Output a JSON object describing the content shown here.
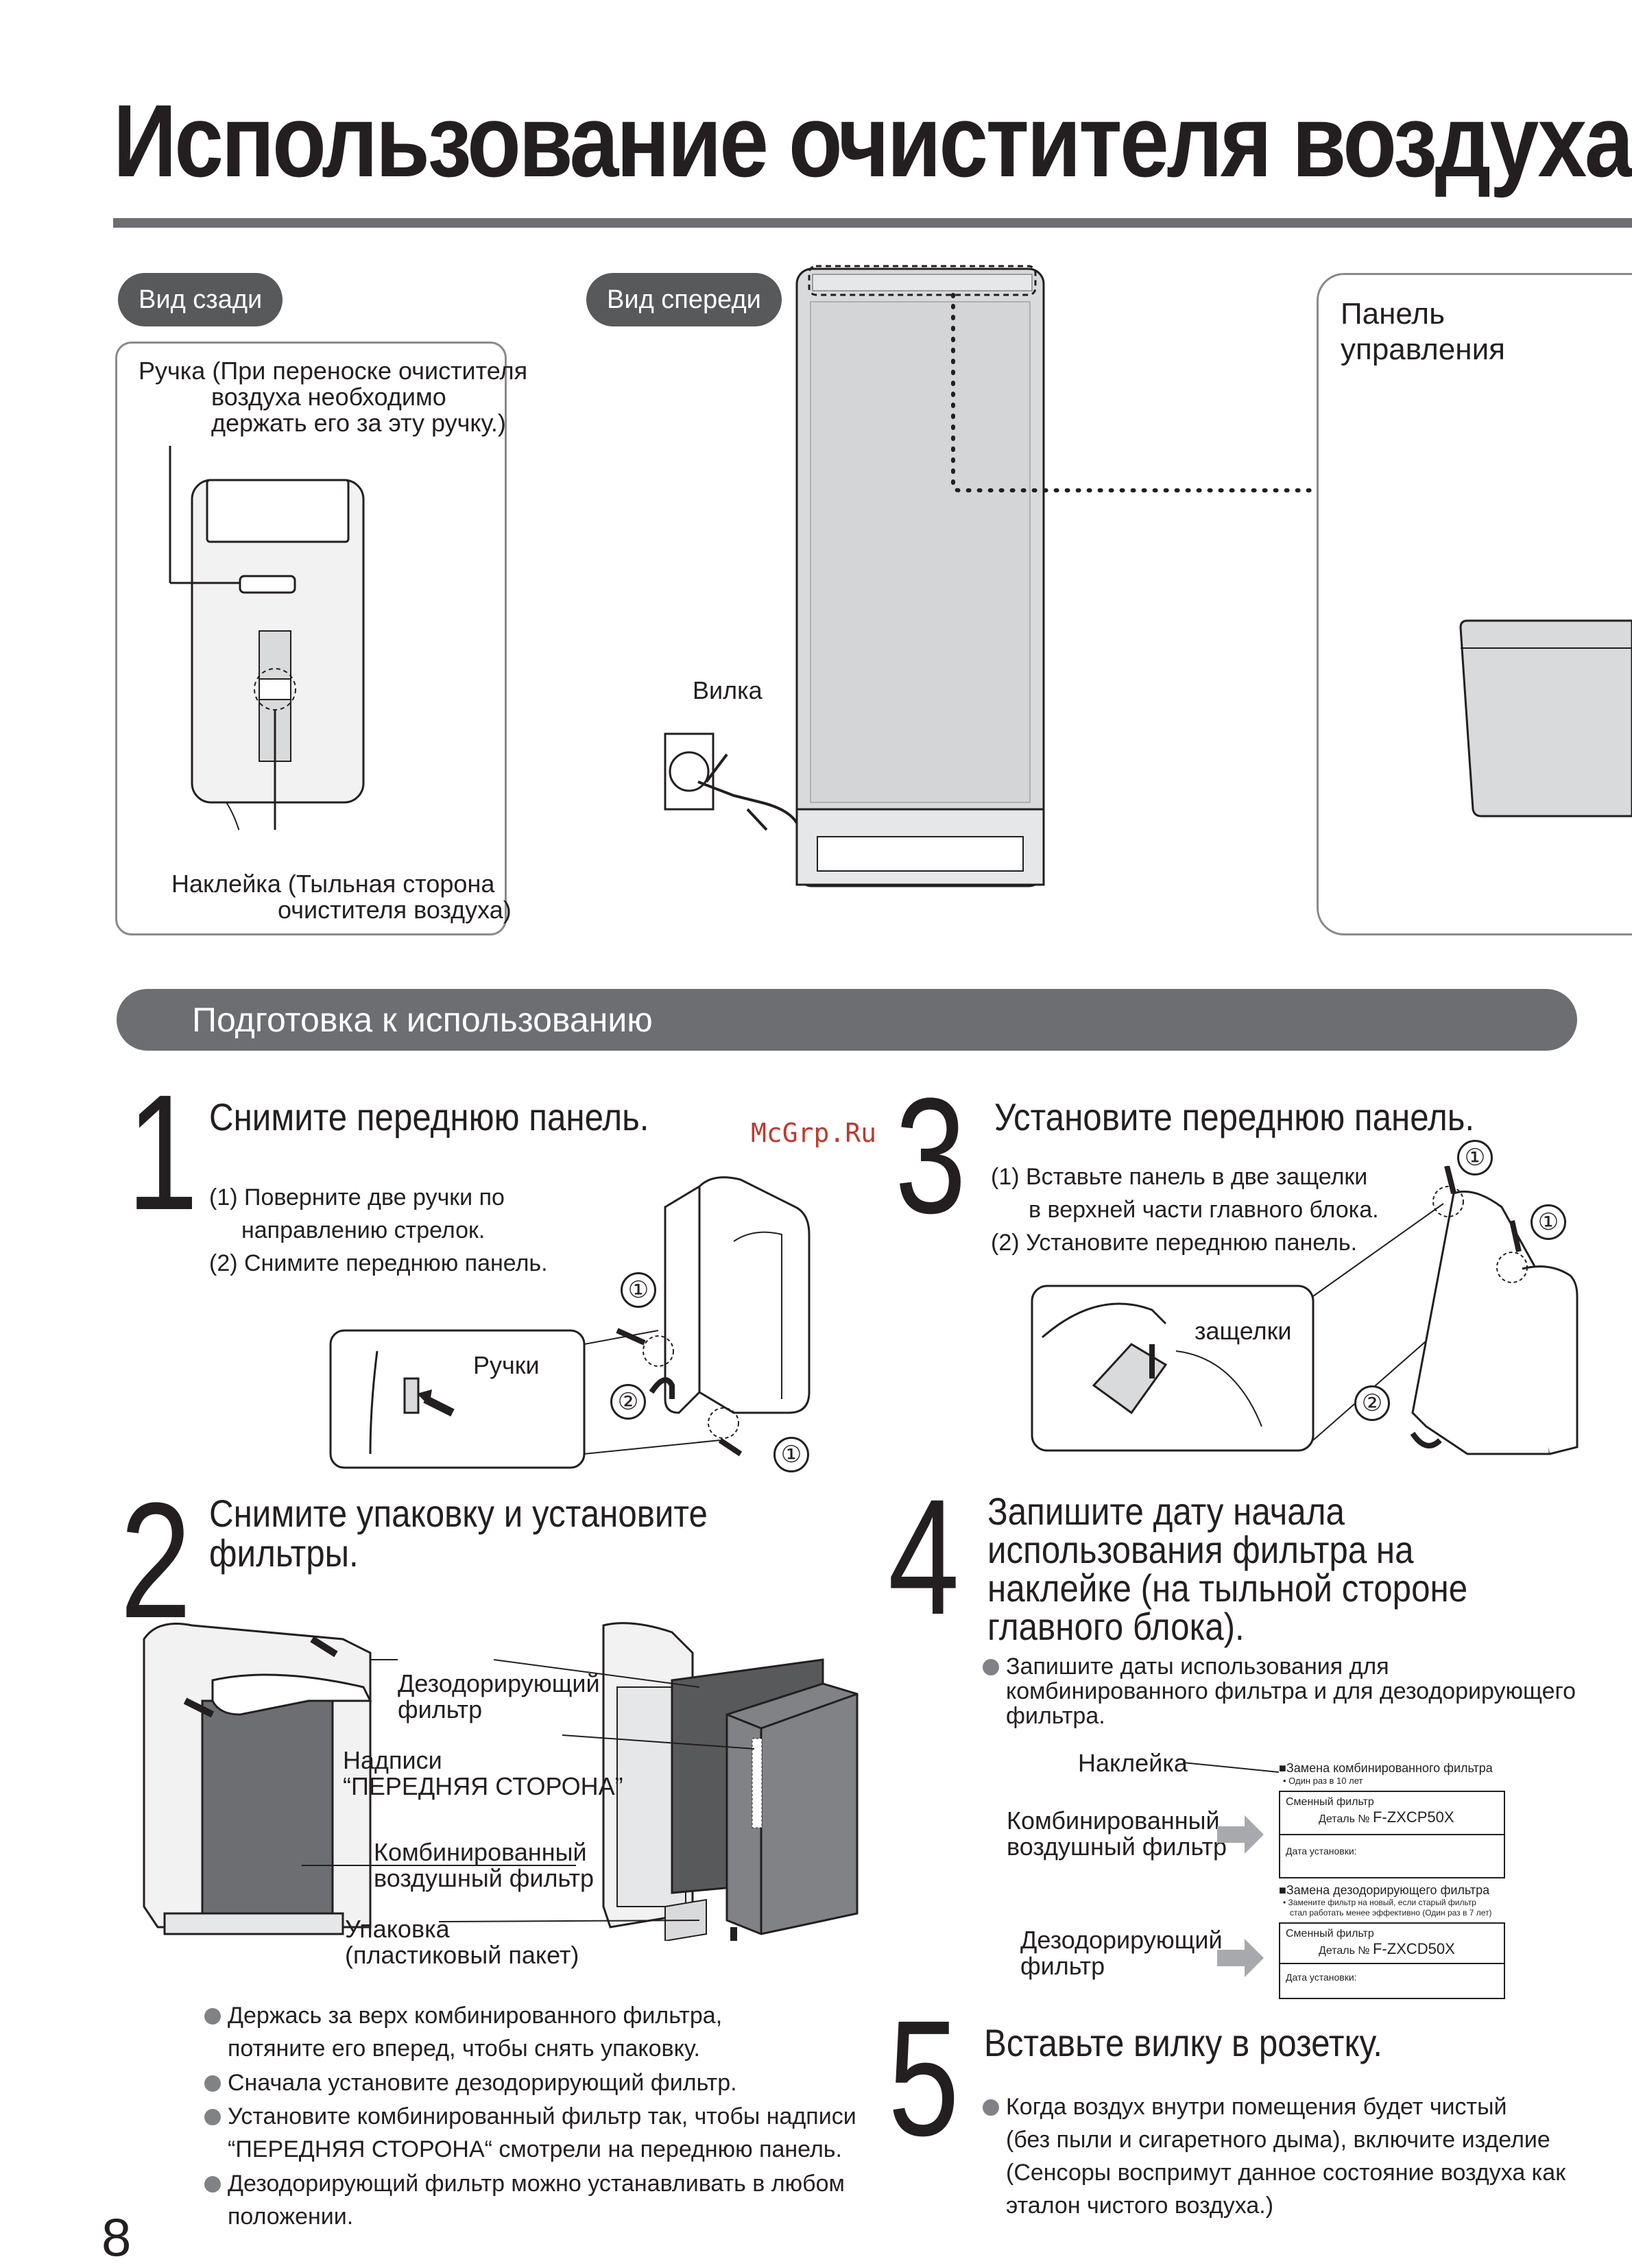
{
  "page": {
    "title": "Использование очистителя воздуха",
    "page_number": "8",
    "watermark": "McGrp.Ru"
  },
  "views": {
    "rear_label": "Вид сзади",
    "front_label": "Вид спереди",
    "handle_note": [
      "Ручка (При переноске очистителя",
      "воздуха необходимо",
      "держать его за эту ручку.)"
    ],
    "sticker_note": [
      "Наклейка (Тыльная сторона",
      "очистителя воздуха)"
    ],
    "plug_label": "Вилка",
    "panel_label": [
      "Панель",
      "управления"
    ]
  },
  "section": {
    "title": "Подготовка к использованию"
  },
  "step1": {
    "number": "1",
    "heading": "Снимите переднюю панель.",
    "lines": [
      "(1) Поверните две ручки по",
      "направлению стрелок.",
      "(2) Снимите переднюю панель."
    ],
    "callout": "Ручки",
    "marks": [
      "①",
      "②",
      "①"
    ]
  },
  "step2": {
    "number": "2",
    "heading": [
      "Снимите упаковку и установите",
      "фильтры."
    ],
    "labels": {
      "deodor": [
        "Дезодорирующий",
        "фильтр"
      ],
      "inscr": [
        "Надписи",
        "“ПЕРЕДНЯЯ СТОРОНА”"
      ],
      "combined": [
        "Комбинированный",
        "воздушный фильтр"
      ],
      "pack": [
        "Упаковка",
        "(пластиковый пакет)"
      ]
    },
    "bullets": [
      [
        "Держась за верх комбинированного фильтра,",
        "потяните его вперед, чтобы снять упаковку."
      ],
      [
        "Сначала установите дезодорирующий фильтр."
      ],
      [
        "Установите комбинированный фильтр так, чтобы надписи",
        "“ПЕРЕДНЯЯ СТОРОНА“ смотрели на переднюю панель."
      ],
      [
        "Дезодорирующий фильтр можно устанавливать в любом",
        "положении."
      ]
    ]
  },
  "step3": {
    "number": "3",
    "heading": "Установите переднюю панель.",
    "lines": [
      "(1) Вставьте панель в две защелки",
      "в верхней части главного блока.",
      "(2) Установите переднюю панель."
    ],
    "callout": "защелки",
    "marks": [
      "①",
      "①",
      "②"
    ]
  },
  "step4": {
    "number": "4",
    "heading": [
      "Запишите дату начала",
      "использования фильтра на",
      "наклейке (на тыльной стороне",
      "главного блока)."
    ],
    "bullet": [
      "Запишите даты использования для",
      "комбинированного фильтра и для дезодорирующего",
      "фильтра."
    ],
    "sticker_label": "Наклейка",
    "combined_label": [
      "Комбинированный",
      "воздушный фильтр"
    ],
    "deodor_label": [
      "Дезодорирующий",
      "фильтр"
    ],
    "sticker1": {
      "title": "■Замена комбинированного фильтра",
      "note": "• Один раз в 10 лет",
      "row1": "Сменный фильтр",
      "part_prefix": "Деталь №",
      "part": "F-ZXCP50X",
      "date": "Дата установки:"
    },
    "sticker2": {
      "title": "■Замена дезодорирующего фильтра",
      "note1": "• Замените фильтр на новый, если старый фильтр",
      "note2": "стал работать менее эффективно (Один раз в 7 лет)",
      "row1": "Сменный фильтр",
      "part_prefix": "Деталь №",
      "part": "F-ZXCD50X",
      "date": "Дата установки:"
    }
  },
  "step5": {
    "number": "5",
    "heading": "Вставьте вилку в розетку.",
    "bullet": [
      "Когда воздух внутри помещения будет чистый",
      "(без пыли и сигаретного дыма), включите изделие",
      "(Сенсоры воспримут данное состояние воздуха как",
      "эталон чистого воздуха.)"
    ]
  },
  "colors": {
    "pill": "#58595b",
    "rule": "#6d6e71",
    "bullet": "#808285",
    "device": "#d9dadb"
  }
}
